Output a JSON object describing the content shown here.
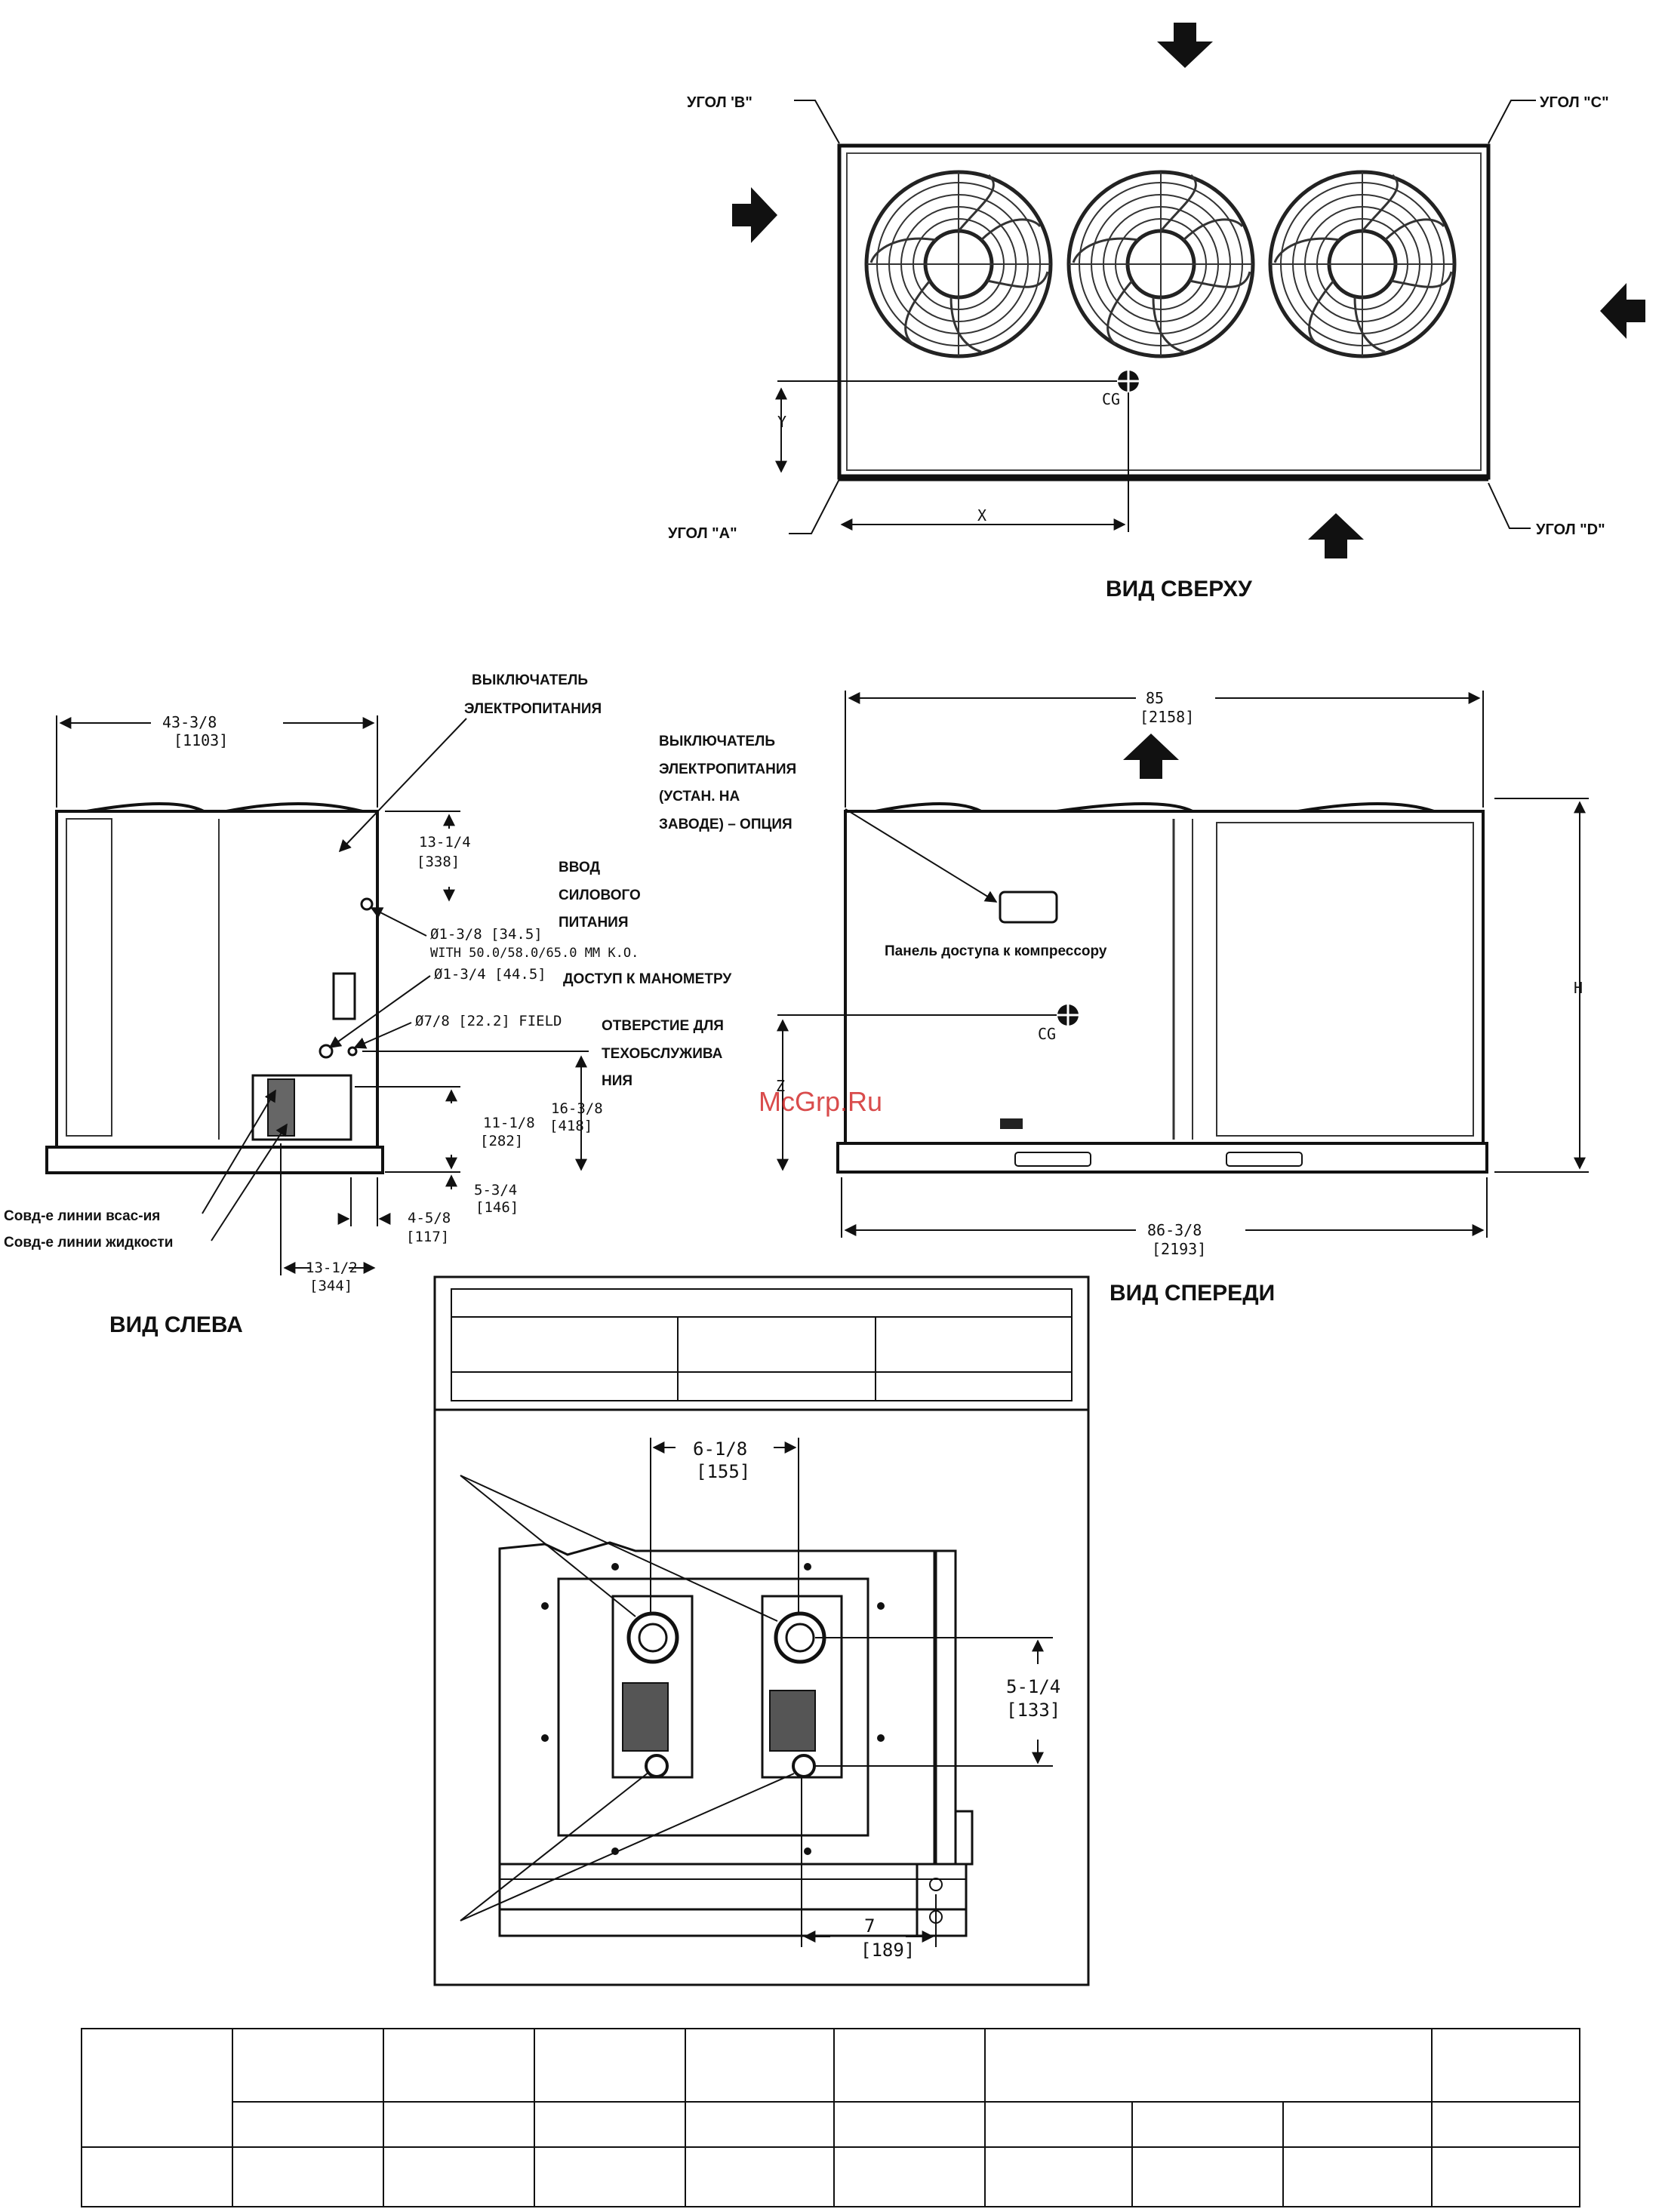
{
  "views": {
    "top": {
      "title": "ВИД СВЕРХУ",
      "corner_a": "УГОЛ   \"A\"",
      "corner_b": "УГОЛ  'B\"",
      "corner_c": "УГОЛ   \"C\"",
      "corner_d": "УГОЛ   \"D\"",
      "dim_x": "X",
      "dim_y": "Y",
      "cg": "CG"
    },
    "left": {
      "title": "ВИД СЛЕВА",
      "width_in": "43-3/8",
      "width_mm": "[1103]",
      "power_switch": [
        "ВЫКЛЮЧАТЕЛЬ",
        "ЭЛЕКТРОПИТАНИЯ"
      ],
      "power_entry": [
        "ВВОД",
        "СИЛОВОГО",
        "ПИТАНИЯ"
      ],
      "gauge_access": "ДОСТУП К МАНОМЕТРУ",
      "service_hole": [
        "ОТВЕРСТИЕ ДЛЯ",
        "ТЕХОБСЛУЖИВА",
        "НИЯ"
      ],
      "suction_line": "Совд-е линии всас-ия",
      "liquid_line": "Совд-е линии жидкости",
      "d1": "13-1/4",
      "d1_mm": "[338]",
      "hole1": "Ø1-3/8 [34.5]",
      "hole1_note": "WITH 50.0/58.0/65.0 MM K.O.",
      "hole2": "Ø1-3/4 [44.5]",
      "hole3": "Ø7/8 [22.2] FIELD",
      "d2": "16-3/8",
      "d2_mm": "[418]",
      "d3": "11-1/8",
      "d3_mm": "[282]",
      "d4": "5-3/4",
      "d4_mm": "[146]",
      "d5": "4-5/8",
      "d5_mm": "[117]",
      "d6": "13-1/2",
      "d6_mm": "[344]"
    },
    "front": {
      "title": "ВИД СПЕРЕДИ",
      "width_top_in": "85",
      "width_top_mm": "[2158]",
      "power_switch": [
        "ВЫКЛЮЧАТЕЛЬ",
        "ЭЛЕКТРОПИТАНИЯ",
        "(УСТАН. НА",
        "ЗАВОДЕ) – ОПЦИЯ"
      ],
      "compressor_panel": "Панель доступа к компрессору",
      "cg": "CG",
      "dim_z": "Z",
      "dim_h": "H",
      "width_bot_in": "86-3/8",
      "width_bot_mm": "[2193]"
    },
    "detail": {
      "d1": "6-1/8",
      "d1_mm": "[155]",
      "d2": "5-1/4",
      "d2_mm": "[133]",
      "d3": "7",
      "d3_mm": "[189]"
    }
  },
  "watermark": "McGrp.Ru"
}
